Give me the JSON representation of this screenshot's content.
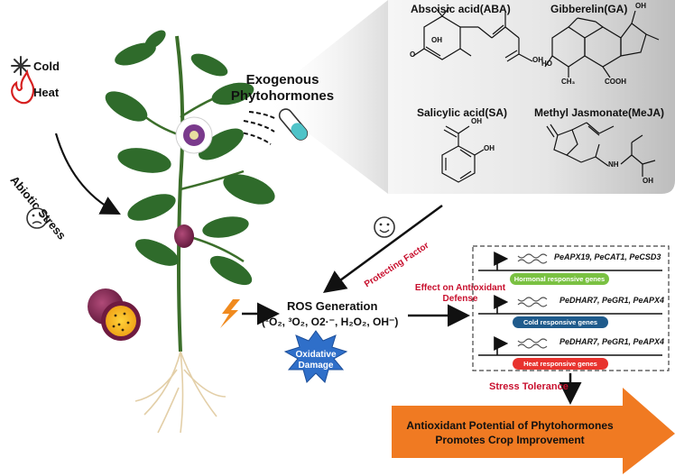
{
  "stresses": {
    "cold": "Cold",
    "heat": "Heat",
    "abiotic": "Abiotic Stress"
  },
  "exogenous": {
    "line1": "Exogenous",
    "line2": "Phytohormones"
  },
  "hormones": {
    "aba": "Abscisic acid(ABA)",
    "ga": "Gibberelin(GA)",
    "sa": "Salicylic acid(SA)",
    "meja": "Methyl Jasmonate(MeJA)"
  },
  "structure_atoms": {
    "oh": "OH",
    "o": "O",
    "ho": "HO",
    "ch3": "CH₃",
    "cooh": "COOH",
    "nh": "NH"
  },
  "protecting_factor": "Protecting Factor",
  "effect": {
    "line1": "Effect on Antioxidant",
    "line2": "Defense"
  },
  "ros": {
    "title": "ROS Generation",
    "formula": "(¹O₂, ³O₂, O2·⁻,  H₂O₂, OH⁻)"
  },
  "oxidative": {
    "line1": "Oxidative",
    "line2": "Damage"
  },
  "gene_groups": [
    {
      "genes": "PeAPX19, PeCAT1, PeCSD3",
      "label": "Hormonal responsive genes",
      "color": "#7ac142"
    },
    {
      "genes": "PeDHAR7, PeGR1, PeAPX4",
      "label": "Cold responsive genes",
      "color": "#1f5b8c"
    },
    {
      "genes": "PeDHAR7, PeGR1, PeAPX4",
      "label": "Heat responsive genes",
      "color": "#e8332e"
    }
  ],
  "stress_tolerance": "Stress Tolerance",
  "conclusion": {
    "line1": "Antioxidant Potential of Phytohormones",
    "line2": "Promotes Crop Improvement"
  },
  "colors": {
    "accent_red": "#c8102e",
    "arrow_orange": "#f07a22",
    "burst_blue": "#2f6fc9",
    "panel_gray": "#d8d8d8"
  }
}
